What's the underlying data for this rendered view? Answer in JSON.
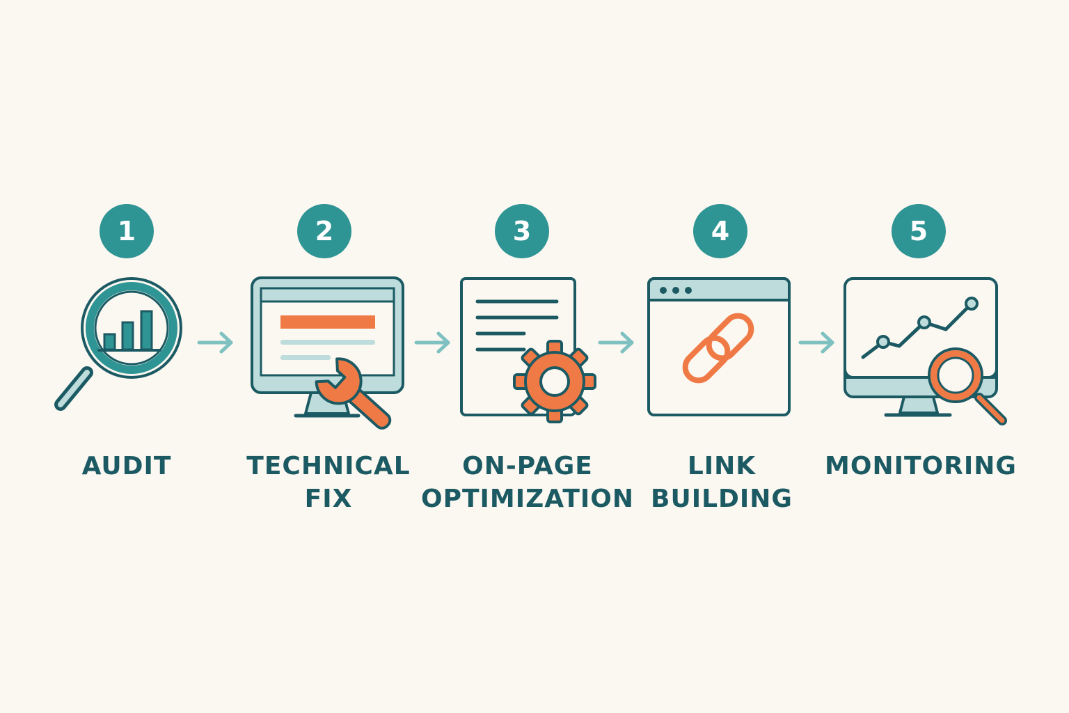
{
  "colors": {
    "background": "#fbf8f2",
    "teal_dark": "#1c5a63",
    "teal": "#2f9494",
    "teal_light": "#bddcdb",
    "arrow": "#7fc1c0",
    "orange": "#ef7a45"
  },
  "steps": [
    {
      "number": "1",
      "label_lines": [
        "AUDIT"
      ],
      "icon": "magnifier-bar-chart-icon"
    },
    {
      "number": "2",
      "label_lines": [
        "TECHNICAL",
        "FIX"
      ],
      "icon": "monitor-wrench-icon"
    },
    {
      "number": "3",
      "label_lines": [
        "ON-PAGE",
        "OPTIMIZATION"
      ],
      "icon": "document-gear-icon"
    },
    {
      "number": "4",
      "label_lines": [
        "LINK",
        "BUILDING"
      ],
      "icon": "browser-link-icon"
    },
    {
      "number": "5",
      "label_lines": [
        "MONITORING"
      ],
      "icon": "monitor-chart-magnifier-icon"
    }
  ],
  "connectors": [
    "arrow-right-icon",
    "arrow-right-icon",
    "arrow-right-icon",
    "arrow-right-icon"
  ]
}
